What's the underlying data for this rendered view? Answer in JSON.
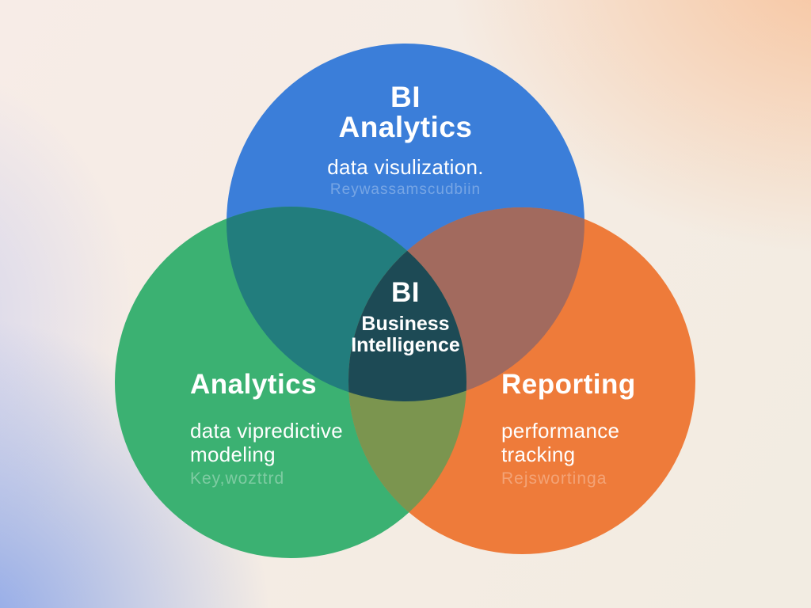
{
  "venn": {
    "top": {
      "heading1": "BI",
      "heading2": "Analytics",
      "subtext": "data visulization.",
      "ghost": "Reywassamscudbiin"
    },
    "left": {
      "heading": "Analytics",
      "sub1": "data vipredictive",
      "sub2": "modeling",
      "ghost": "Key,wozttrd"
    },
    "right": {
      "heading": "Reporting",
      "sub1": "performance",
      "sub2": "tracking",
      "ghost": "Rejswortinga"
    },
    "center": {
      "heading": "BI",
      "line2": "Business",
      "line3": "Intelligence"
    },
    "colors": {
      "blue": "#3b7ed9",
      "green": "#3bb172",
      "orange": "#ee7b3a",
      "blue_green_overlap": "#227d7d",
      "blue_orange_overlap": "#a26a5e",
      "green_orange_overlap": "#7b954f",
      "triple_overlap": "#1d4a55"
    },
    "background": {
      "top_left": "#f7ece7",
      "top_right": "#f8c49e",
      "bottom_left": "#8ca6e8",
      "bottom_right": "#f2ece2"
    }
  }
}
